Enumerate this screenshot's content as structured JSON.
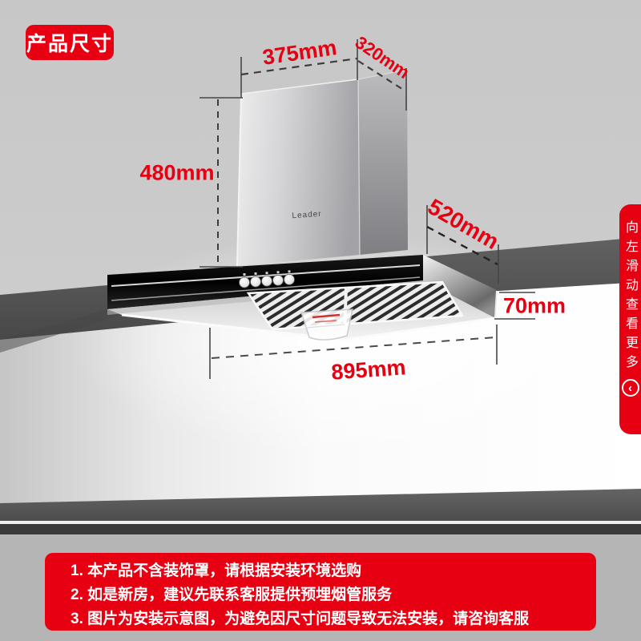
{
  "theme": {
    "accent_red": "#e60012",
    "wall_gray": "#cacaca",
    "footer_gray": "#b5b5b5"
  },
  "badge": {
    "label": "产品尺寸"
  },
  "product": {
    "brand": "Leader"
  },
  "dimensions": {
    "top_width": "375mm",
    "top_depth": "320mm",
    "chimney_height": "480mm",
    "body_depth": "520mm",
    "front_height": "70mm",
    "body_width": "895mm"
  },
  "side_tab": {
    "label": "向左滑动查看更多",
    "arrow_glyph": "‹"
  },
  "notes": {
    "items": [
      "1. 本产品不含装饰罩，请根据安装环境选购",
      "2. 如是新房，建议先联系客服提供预埋烟管服务",
      "3. 图片为安装示意图，为避免因尺寸问题导致无法安装，请咨询客服"
    ]
  }
}
